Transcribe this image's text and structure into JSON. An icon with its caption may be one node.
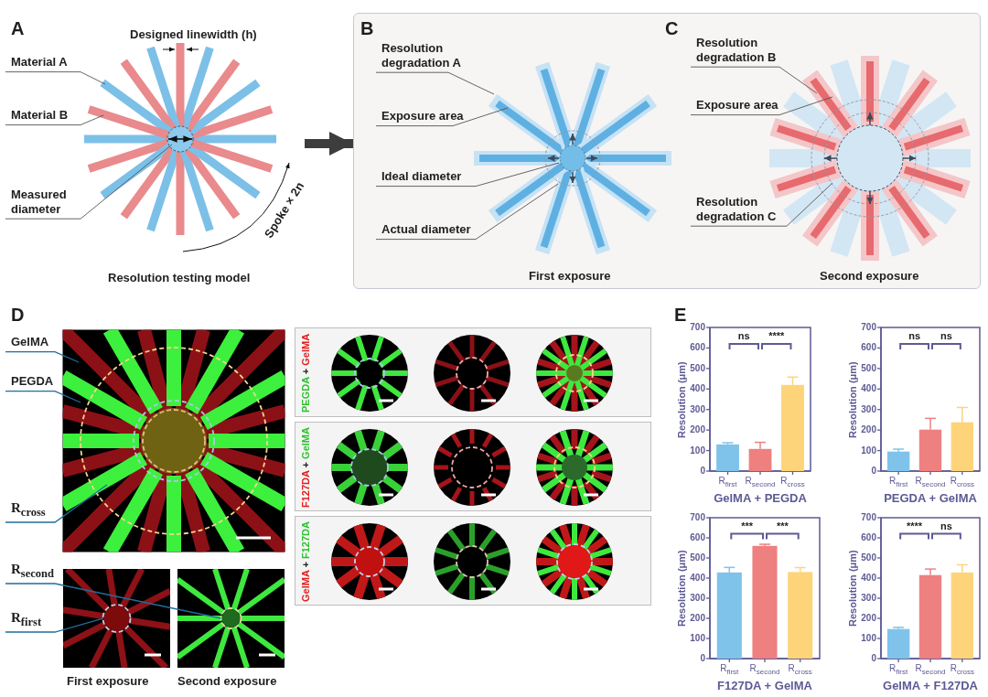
{
  "diagram": {
    "nodes": [
      {
        "text": [
          "Material A"
        ]
      },
      {
        "text": [
          "Material B"
        ]
      },
      {
        "text": [
          "Measured diameter"
        ]
      },
      {
        "text": [],
        "shape": "box"
      },
      {
        "text": [
          "Resolution degradation A"
        ],
        "in": 3
      },
      {
        "text": [
          "Exposure area"
        ],
        "in": 3
      },
      {
        "text": [
          "Ideal diameter"
        ],
        "in": 3
      },
      {
        "text": [
          "Actual diameter"
        ],
        "in": 3
      },
      {
        "text": [
          "Resolution degradation B"
        ],
        "in": 3
      },
      {
        "text": [
          "Exposure area"
        ],
        "in": 3
      },
      {
        "text": [
          "Resolution degradation C"
        ],
        "in": 3
      },
      {
        "text": [
          "GelMA"
        ]
      },
      {
        "text": [
          "PEGDA"
        ]
      },
      {
        "text": [
          "R$_{cross}$"
        ]
      },
      {
        "text": [
          "R$_{second}$"
        ]
      },
      {
        "text": [
          "R$_{first}$"
        ]
      },
      {
        "text": [
          "PEGDA",
          "+",
          "GelMA"
        ]
      },
      {
        "text": [
          "F127DA",
          "+",
          "GelMA"
        ]
      },
      {
        "text": [
          "GelMA",
          "+",
          "F127DA"
        ]
      },
      {
        "text": [],
        "shape": "circle"
      },
      {
        "text": [],
        "shape": "circle"
      }
    ],
    "edges": [
      {
        "from": 0,
        "to": null,
        "arrow": "none"
      },
      {
        "from": 1,
        "to": null,
        "arrow": "none"
      },
      {
        "from": 2,
        "to": null,
        "arrow": "none"
      },
      {
        "from": null,
        "to": 3,
        "arrow": "to",
        "style": "thick",
        "color": "#3d3d3d"
      },
      {
        "from": 4,
        "to": null,
        "arrow": "none"
      },
      {
        "from": 5,
        "to": null,
        "arrow": "none"
      },
      {
        "from": 6,
        "to": null,
        "arrow": "none"
      },
      {
        "from": 7,
        "to": null,
        "arrow": "none"
      },
      {
        "from": 8,
        "to": null,
        "arrow": "none"
      },
      {
        "from": 9,
        "to": null,
        "arrow": "none"
      },
      {
        "from": 10,
        "to": null,
        "arrow": "none"
      },
      {
        "from": 11,
        "to": null,
        "arrow": "none",
        "color": "#1f6e9c"
      },
      {
        "from": 12,
        "to": null,
        "arrow": "none",
        "color": "#1f6e9c"
      },
      {
        "from": 13,
        "to": null,
        "arrow": "none",
        "color": "#1f6e9c"
      },
      {
        "from": 14,
        "to": 20,
        "arrow": "none",
        "color": "#1f6e9c"
      },
      {
        "from": 15,
        "to": 19,
        "arrow": "none",
        "color": "#1f6e9c"
      }
    ],
    "labels": [
      "A",
      "Designed linewidth (h)",
      "Spoke × 2n",
      "Resolution testing model",
      "B",
      "First exposure",
      "C",
      "Second exposure",
      "D",
      "First exposure",
      "Second exposure",
      "E"
    ],
    "chart_data": [
      {
        "type": "bar",
        "xlabel": "GelMA + PEGDA",
        "ylabel": "Resolution (μm)",
        "categories": [
          "R$_{first}$",
          "R$_{second}$",
          "R$_{cross}$"
        ],
        "values": [
          130,
          108,
          420
        ],
        "ylim": [
          0,
          700
        ],
        "yticks": [
          0,
          100,
          200,
          300,
          400,
          500,
          600,
          700
        ],
        "annotations": [
          "ns",
          "****"
        ]
      },
      {
        "type": "bar",
        "xlabel": "PEGDA + GelMA",
        "ylabel": "Resolution (μm)",
        "categories": [
          "R$_{first}$",
          "R$_{second}$",
          "R$_{cross}$"
        ],
        "values": [
          95,
          202,
          238
        ],
        "ylim": [
          0,
          700
        ],
        "yticks": [
          0,
          100,
          200,
          300,
          400,
          500,
          600,
          700
        ],
        "annotations": [
          "ns",
          "ns"
        ]
      },
      {
        "type": "bar",
        "xlabel": "F127DA + GelMA",
        "ylabel": "Resolution (μm)",
        "categories": [
          "R$_{first}$",
          "R$_{second}$",
          "R$_{cross}$"
        ],
        "values": [
          428,
          560,
          430
        ],
        "ylim": [
          0,
          700
        ],
        "yticks": [
          0,
          100,
          200,
          300,
          400,
          500,
          600,
          700
        ],
        "annotations": [
          "***",
          "***"
        ]
      },
      {
        "type": "bar",
        "xlabel": "GelMA + F127DA",
        "ylabel": "Resolution (μm)",
        "categories": [
          "R$_{first}$",
          "R$_{second}$",
          "R$_{cross}$"
        ],
        "values": [
          147,
          415,
          428
        ],
        "ylim": [
          0,
          700
        ],
        "yticks": [
          0,
          100,
          200,
          300,
          400,
          500,
          600,
          700
        ],
        "annotations": [
          "****",
          "ns"
        ]
      }
    ]
  }
}
